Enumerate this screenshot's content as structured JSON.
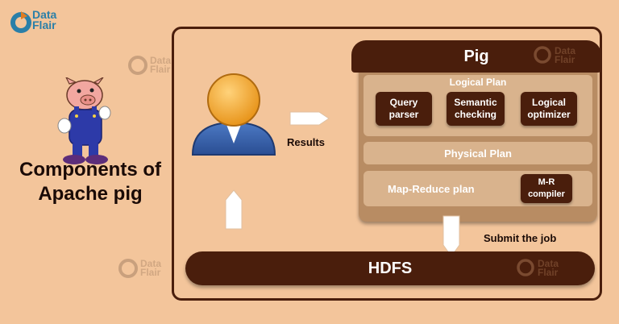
{
  "brand": {
    "line1": "Data",
    "line2": "Flair"
  },
  "title": {
    "line1": "Components of",
    "line2": "Apache pig"
  },
  "pig": {
    "header": "Pig",
    "logical_plan": {
      "title": "Logical Plan",
      "items": [
        "Query parser",
        "Semantic checking",
        "Logical optimizer"
      ]
    },
    "physical_plan": "Physical Plan",
    "mapreduce_plan": "Map-Reduce plan",
    "mr_compiler": "M-R compiler"
  },
  "hdfs": "HDFS",
  "results_label": "Results",
  "submit_label": "Submit the job",
  "colors": {
    "background": "#f3c59b",
    "dark_brown": "#4a1e0c",
    "panel": "#b88c63",
    "panel_light": "#d9b38d",
    "accent_blue": "#2a7fa8"
  }
}
